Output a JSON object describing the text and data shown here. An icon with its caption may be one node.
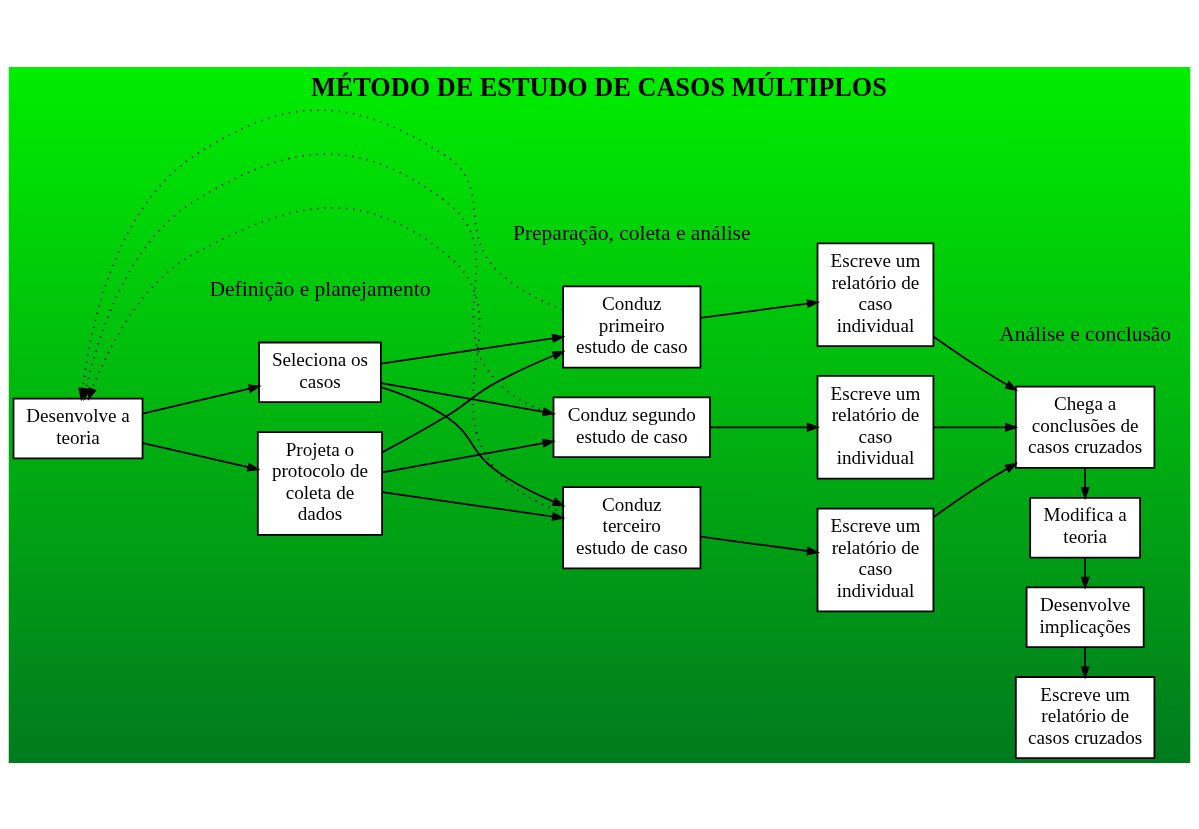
{
  "diagram": {
    "title": "MÉTODO DE ESTUDO DE CASOS MÚLTIPLOS",
    "nodes": [
      {
        "text": [
          "Desenvolve a teoria"
        ]
      },
      {
        "text": [
          "Seleciona os casos"
        ]
      },
      {
        "text": [
          "Projeta o protocolo de coleta de dados"
        ]
      },
      {
        "text": [
          "Conduz primeiro estudo de caso"
        ]
      },
      {
        "text": [
          "Escreve um relatório de caso individual"
        ]
      },
      {
        "text": [
          "Conduz segundo estudo de caso"
        ]
      },
      {
        "text": [
          "Escreve um relatório de caso individual"
        ]
      },
      {
        "text": [
          "Conduz terceiro estudo de caso"
        ]
      },
      {
        "text": [
          "Escreve um relatório de caso individual"
        ]
      },
      {
        "text": [
          "Chega a conclusões de casos cruzados"
        ]
      },
      {
        "text": [
          "Modifica a teoria"
        ]
      },
      {
        "text": [
          "Desenvolve implicações"
        ]
      },
      {
        "text": [
          "Escreve um relatório de casos cruzados"
        ]
      }
    ],
    "edges": [
      {
        "from": 0,
        "to": 1,
        "arrow": "to"
      },
      {
        "from": 0,
        "to": 2,
        "arrow": "to"
      },
      {
        "from": 1,
        "to": 3,
        "arrow": "to"
      },
      {
        "from": 1,
        "to": 5,
        "arrow": "to"
      },
      {
        "from": 1,
        "to": 7,
        "arrow": "to"
      },
      {
        "from": 2,
        "to": 3,
        "arrow": "to"
      },
      {
        "from": 2,
        "to": 5,
        "arrow": "to"
      },
      {
        "from": 2,
        "to": 7,
        "arrow": "to"
      },
      {
        "from": 3,
        "to": 4,
        "arrow": "to"
      },
      {
        "from": 5,
        "to": 6,
        "arrow": "to"
      },
      {
        "from": 7,
        "to": 8,
        "arrow": "to"
      },
      {
        "from": 4,
        "to": 9,
        "arrow": "to"
      },
      {
        "from": 6,
        "to": 9,
        "arrow": "to"
      },
      {
        "from": 8,
        "to": 9,
        "arrow": "to"
      },
      {
        "from": 9,
        "to": 10,
        "arrow": "to"
      },
      {
        "from": 10,
        "to": 11,
        "arrow": "to"
      },
      {
        "from": 11,
        "to": 12,
        "arrow": "to"
      },
      {
        "from": 3,
        "to": 0,
        "arrow": "to",
        "style": "dashed"
      },
      {
        "from": 5,
        "to": 0,
        "arrow": "to",
        "style": "dashed"
      },
      {
        "from": 7,
        "to": 0,
        "arrow": "to",
        "style": "dashed"
      }
    ],
    "labels": [
      "Definição e planejamento",
      "Preparação, coleta e análise",
      "Análise e conclusão"
    ]
  }
}
